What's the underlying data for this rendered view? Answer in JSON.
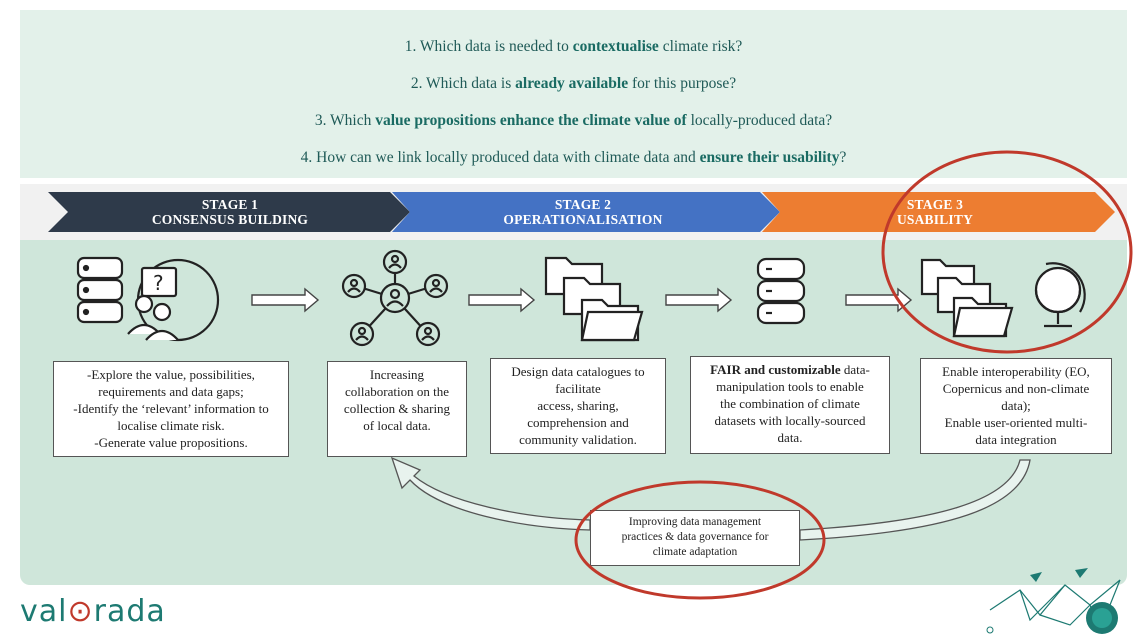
{
  "questions": [
    {
      "pre": "1. Which data is needed to ",
      "bold": "contextualise",
      "post": " climate risk?"
    },
    {
      "pre": "2. Which data is ",
      "bold": "already available",
      "post": " for this purpose?"
    },
    {
      "pre": "3. Which ",
      "bold": "value propositions enhance the climate value of",
      "post": " locally-produced data?"
    },
    {
      "pre": "4. How can we link locally produced data with climate data and ",
      "bold": "ensure their usability",
      "post": "?"
    }
  ],
  "stages": [
    {
      "title": "STAGE 1",
      "subtitle": "CONSENSUS BUILDING",
      "color": "#2e3a4a"
    },
    {
      "title": "STAGE 2",
      "subtitle": "OPERATIONALISATION",
      "color": "#4472c4"
    },
    {
      "title": "STAGE 3",
      "subtitle": "USABILITY",
      "color": "#ed7d31"
    }
  ],
  "boxes": [
    {
      "lines": [
        "-Explore the value, possibilities,",
        "requirements and data gaps;",
        "-Identify the ‘relevant’ information to",
        "localise climate risk.",
        "-Generate value propositions."
      ]
    },
    {
      "lines": [
        "Increasing",
        "collaboration on the",
        "collection & sharing",
        "of local data."
      ]
    },
    {
      "lines": [
        "Design data catalogues to",
        "facilitate",
        "access, sharing,",
        "comprehension and",
        "community validation."
      ]
    },
    {
      "bold": "FAIR and customizable",
      "lines": [
        " data-",
        "manipulation tools to enable",
        "the combination of climate",
        "datasets with locally-sourced",
        "data."
      ]
    },
    {
      "lines": [
        "Enable interoperability (EO,",
        "Copernicus and non-climate",
        "data);",
        "Enable user-oriented multi-",
        "data integration"
      ]
    }
  ],
  "feedback": {
    "lines": [
      "Improving data management",
      "practices & data governance for",
      "climate adaptation"
    ]
  },
  "logo": {
    "pre": "val",
    "mid": "⊙",
    "post": "rada"
  },
  "colors": {
    "accent_teal": "#1a6b63",
    "highlight_red": "#c0392b",
    "panel_light": "#e3f1ea",
    "panel_green": "#cfe6da"
  },
  "icons": [
    "database-question-icon",
    "network-people-icon",
    "folders-icon",
    "database-icon",
    "folders-globe-icon"
  ]
}
